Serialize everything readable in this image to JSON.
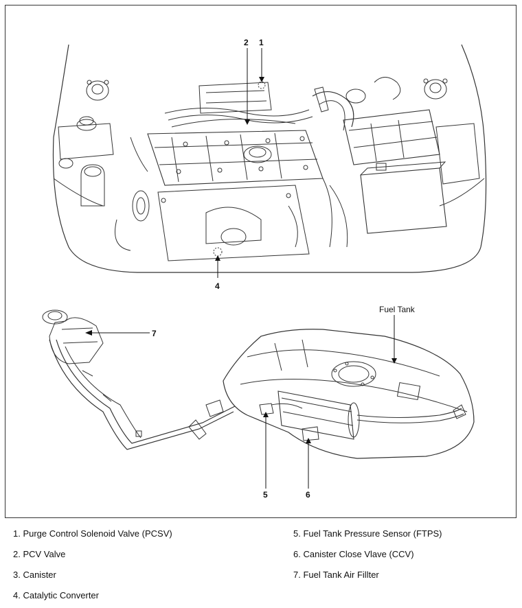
{
  "diagram": {
    "callouts": {
      "c1": "1",
      "c2": "2",
      "c4": "4",
      "c5": "5",
      "c6": "6",
      "c7": "7"
    },
    "fuel_tank_label": "Fuel Tank"
  },
  "legend": {
    "items": [
      "1. Purge Control Solenoid Valve (PCSV)",
      "2. PCV Valve",
      "3. Canister",
      "4. Catalytic Converter",
      "5. Fuel Tank Pressure Sensor (FTPS)",
      "6. Canister Close Vlave (CCV)",
      "7. Fuel Tank Air Fillter"
    ]
  }
}
